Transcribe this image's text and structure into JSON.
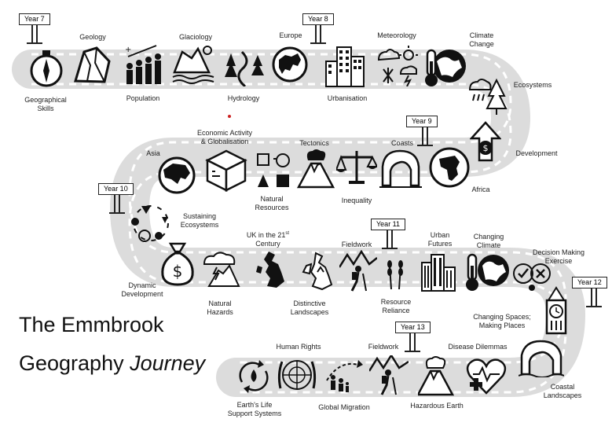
{
  "title": {
    "line1": "The Emmbrook",
    "line2_plain": "Geography ",
    "line2_italic": "Journey"
  },
  "signs": {
    "y7": "Year 7",
    "y8": "Year 8",
    "y9": "Year 9",
    "y10": "Year 10",
    "y11": "Year 11",
    "y12": "Year 12",
    "y13": "Year 13"
  },
  "topics": {
    "geographical_skills_1": "Geographical",
    "geographical_skills_2": "Skills",
    "geology": "Geology",
    "population": "Population",
    "glaciology": "Glaciology",
    "hydrology": "Hydrology",
    "europe": "Europe",
    "urbanisation": "Urbanisation",
    "meteorology": "Meteorology",
    "climate_change_1": "Climate",
    "climate_change_2": "Change",
    "ecosystems": "Ecosystems",
    "development": "Development",
    "africa": "Africa",
    "coasts": "Coasts",
    "inequality": "Inequality",
    "tectonics": "Tectonics",
    "natural_resources_1": "Natural",
    "natural_resources_2": "Resources",
    "economic_1": "Economic Activity",
    "economic_2": "& Globalisation",
    "asia": "Asia",
    "sustaining_1": "Sustaining",
    "sustaining_2": "Ecosystems",
    "dynamic_1": "Dynamic",
    "dynamic_2": "Development",
    "natural_hazards_1": "Natural",
    "natural_hazards_2": "Hazards",
    "uk_1": "UK in the 21",
    "uk_sup": "st",
    "uk_2": "Century",
    "distinctive_1": "Distinctive",
    "distinctive_2": "Landscapes",
    "fieldwork": "Fieldwork",
    "resource_1": "Resource",
    "resource_2": "Reliance",
    "urban_1": "Urban",
    "urban_2": "Futures",
    "changing_climate_1": "Changing",
    "changing_climate_2": "Climate",
    "decision_1": "Decision Making",
    "decision_2": "Exercise",
    "changing_spaces_1": "Changing Spaces;",
    "changing_spaces_2": "Making Places",
    "coastal_1": "Coastal",
    "coastal_2": "Landscapes",
    "disease": "Disease Dilemmas",
    "fieldwork_13": "Fieldwork",
    "hazardous_earth": "Hazardous Earth",
    "global_migration": "Global Migration",
    "human_rights": "Human Rights",
    "earths_1": "Earth's Life",
    "earths_2": "Support Systems"
  },
  "icons": [
    "compass-icon",
    "rock-icon",
    "population-icon",
    "glacier-icon",
    "river-icon",
    "europe-globe-icon",
    "city-icon",
    "weather-icon",
    "globe-icon",
    "thermometer-globe-icon",
    "forest-icon",
    "money-arrow-icon",
    "africa-globe-icon",
    "arch-icon",
    "scales-icon",
    "volcano-icon",
    "resources-icon",
    "box-icon",
    "asia-globe-icon",
    "ecosystem-cycle-icon",
    "money-bag-icon",
    "storm-icon",
    "uk-map-icon",
    "landscape-map-icon",
    "hiker-icon",
    "wheat-icon",
    "buildings-icon",
    "thermometer-globe-icon",
    "decision-icon",
    "big-ben-icon",
    "coastal-arch-icon",
    "heart-health-icon",
    "volcano-icon",
    "hiker-icon",
    "migration-icon",
    "un-emblem-icon",
    "water-cycle-icon"
  ]
}
